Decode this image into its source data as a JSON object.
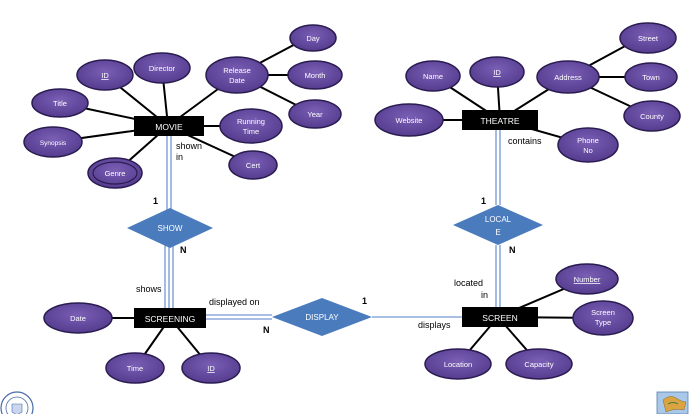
{
  "entities": {
    "movie": "MOVIE",
    "theatre": "THEATRE",
    "screening": "SCREENING",
    "screen": "SCREEN"
  },
  "attributes": {
    "movie": {
      "id": "ID",
      "director": "Director",
      "release_date": [
        "Release",
        "Date"
      ],
      "day": "Day",
      "month": "Month",
      "year": "Year",
      "title": "Title",
      "synopsis": "Synopsis",
      "genre": "Genre",
      "running_time": [
        "Running",
        "Time"
      ],
      "cert": "Cert"
    },
    "theatre": {
      "name": "Name",
      "id": "ID",
      "address": "Address",
      "street": "Street",
      "town": "Town",
      "county": "County",
      "website": "Website",
      "phone": [
        "Phone",
        "No"
      ]
    },
    "screening": {
      "date": "Date",
      "time": "Time",
      "id": "ID"
    },
    "screen": {
      "number": "Number",
      "screen_type": [
        "Screen",
        "Type"
      ],
      "location": "Location",
      "capacity": "Capacity"
    }
  },
  "relationships": {
    "show": "SHOW",
    "locale": [
      "LOCAL",
      "E"
    ],
    "display": "DISPLAY"
  },
  "role_labels": {
    "shown_in": [
      "shown",
      "in"
    ],
    "contains": "contains",
    "shows": "shows",
    "located_in": [
      "located",
      "in"
    ],
    "displayed_on": "displayed on",
    "displays": "displays"
  },
  "cardinality": {
    "show_movie": "1",
    "show_screening": "N",
    "locale_theatre": "1",
    "locale_screen": "N",
    "display_screen": "1",
    "display_screening": "N"
  },
  "colors": {
    "attribute_fill": "#60479a",
    "attribute_stroke": "#2a1c50",
    "entity_fill": "#000000",
    "relationship_fill": "#4a7bbd",
    "relationship_line": "#8eaadb",
    "edge": "#000000"
  },
  "icons": [
    "university-seal-icon",
    "map-logo-icon"
  ]
}
